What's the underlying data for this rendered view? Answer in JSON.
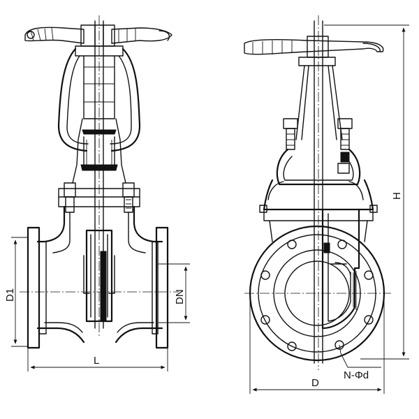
{
  "labels": {
    "d1": "D1",
    "dn": "DN",
    "l": "L",
    "d": "D",
    "h": "H",
    "n_phi_d": "N-Φd"
  },
  "colors": {
    "line": "#111111",
    "background": "#ffffff"
  }
}
